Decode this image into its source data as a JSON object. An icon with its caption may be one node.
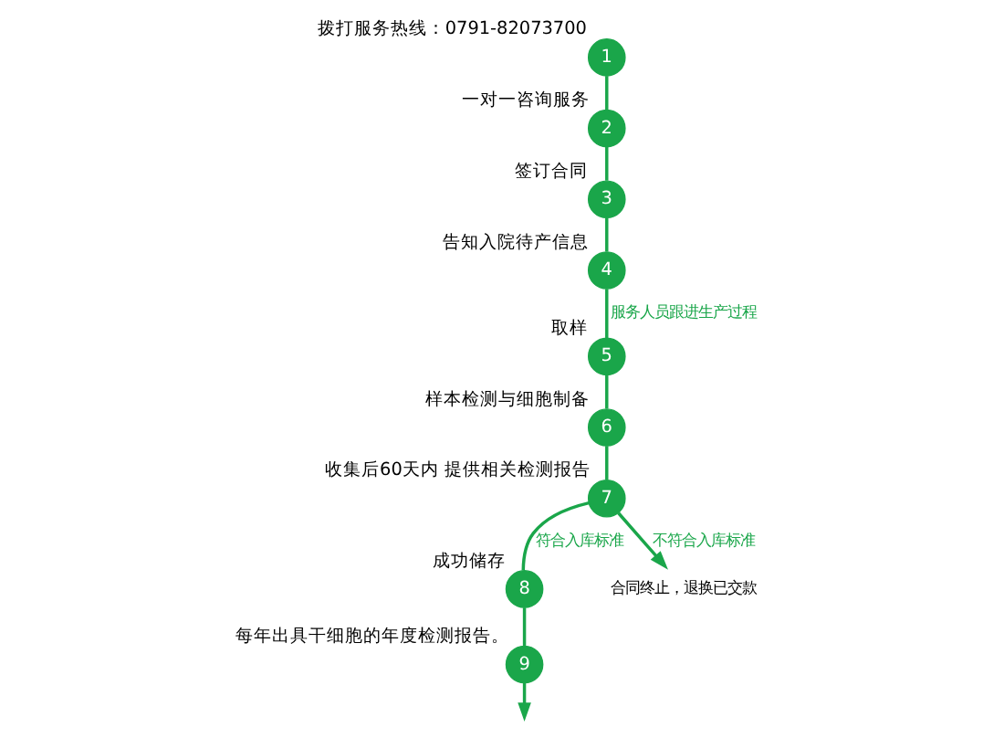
{
  "diagram": {
    "nodes": [
      {
        "text": [
          "1"
        ],
        "beside": [
          "拨打服务热线：0791-82073700"
        ]
      },
      {
        "text": [
          "2"
        ],
        "beside": [
          "一对一咨询服务"
        ]
      },
      {
        "text": [
          "3"
        ],
        "beside": [
          "签订合同"
        ]
      },
      {
        "text": [
          "4"
        ],
        "beside": [
          "告知入院待产信息"
        ]
      },
      {
        "text": [
          "5"
        ],
        "beside": [
          "取样"
        ]
      },
      {
        "text": [
          "6"
        ],
        "beside": [
          "样本检测与细胞制备"
        ]
      },
      {
        "text": [
          "7"
        ],
        "beside": [
          "收集后60天内 提供相关检测报告"
        ]
      },
      {
        "text": [
          "8"
        ],
        "beside": [
          "成功储存"
        ]
      },
      {
        "text": [
          "9"
        ],
        "beside": [
          "每年出具干细胞的年度检测报告。"
        ]
      },
      {
        "text": [
          "合同终止，退换已交款"
        ]
      }
    ],
    "edges": [
      {
        "from": 0,
        "to": 1,
        "arrow": "none"
      },
      {
        "from": 1,
        "to": 2,
        "arrow": "none"
      },
      {
        "from": 2,
        "to": 3,
        "arrow": "none"
      },
      {
        "from": 3,
        "to": 4,
        "arrow": "none",
        "label": "服务人员跟进生产过程"
      },
      {
        "from": 4,
        "to": 5,
        "arrow": "none"
      },
      {
        "from": 5,
        "to": 6,
        "arrow": "none"
      },
      {
        "from": 6,
        "to": 7,
        "arrow": "none",
        "label": "符合入库标准"
      },
      {
        "from": 7,
        "to": 8,
        "arrow": "none"
      },
      {
        "from": 8,
        "to": null,
        "arrow": "to"
      },
      {
        "from": 6,
        "to": 9,
        "arrow": "to",
        "label": "不符合入库标准"
      }
    ]
  }
}
